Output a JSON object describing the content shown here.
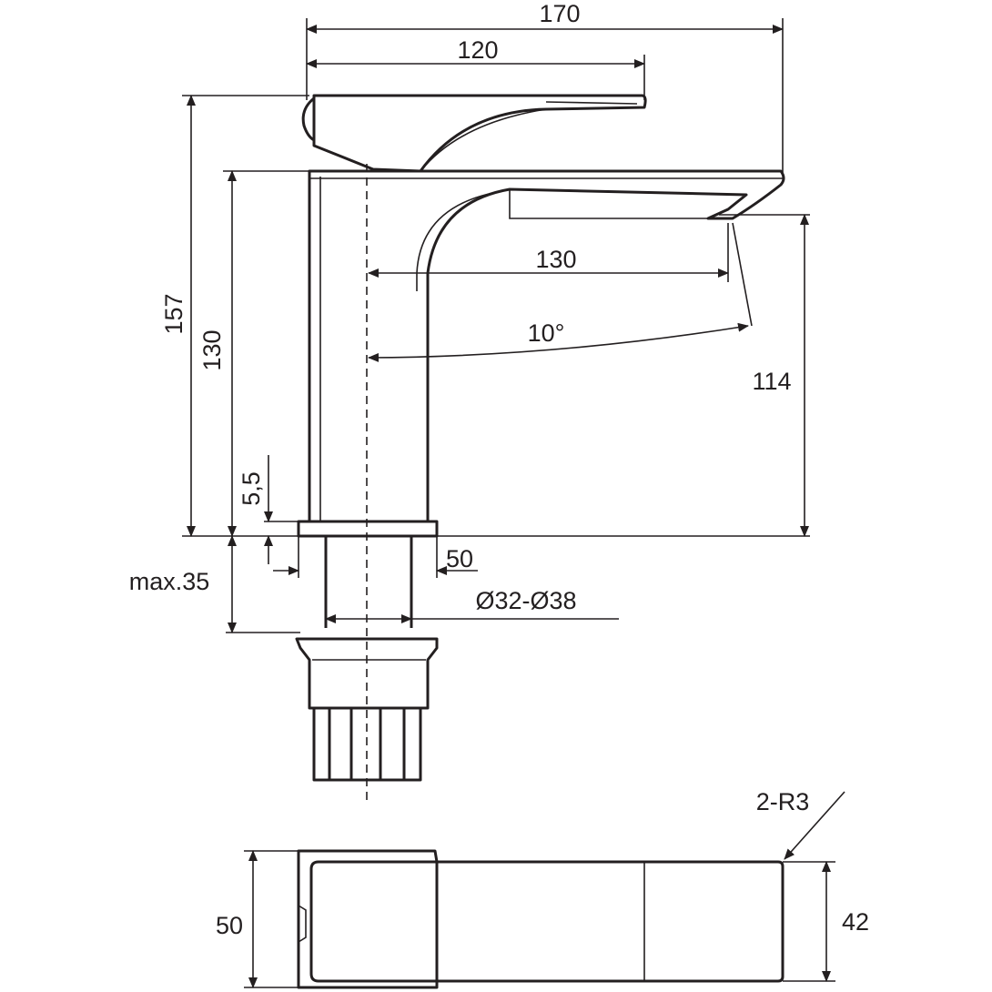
{
  "dimensions": {
    "width_total": "170",
    "width_lever": "120",
    "height_total": "157",
    "height_body": "130",
    "spout_reach": "130",
    "spout_angle": "10°",
    "spout_height": "114",
    "base_ring": "5,5",
    "base_diameter": "50",
    "max_thickness": "max.35",
    "hole_diameter": "Ø32-Ø38",
    "corner_radius": "2-R3",
    "plan_width": "50",
    "plan_inner_width": "42"
  },
  "colors": {
    "line": "#231f20",
    "background": "#ffffff"
  }
}
